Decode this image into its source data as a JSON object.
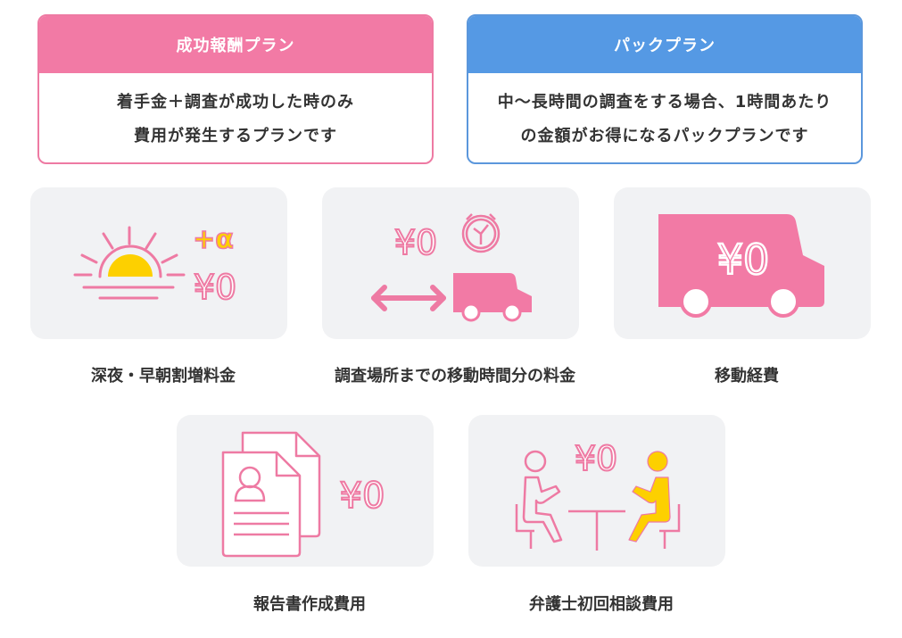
{
  "plans": [
    {
      "title": "成功報酬プラン",
      "lines": [
        "着手金＋調査が成功した時のみ",
        "費用が発生するプランです"
      ],
      "color": "#f27aa5"
    },
    {
      "title": "パックプラン",
      "lines": [
        "中〜長時間の調査をする場合、1時間あたり",
        "の金額がお得になるパックプランです"
      ],
      "color": "#5599e4"
    }
  ],
  "features": [
    {
      "caption": "深夜・早朝割増料金",
      "icon": "sunrise-icon",
      "badge": "+α",
      "price": "¥0"
    },
    {
      "caption": "調査場所までの移動時間分の料金",
      "icon": "truck-travel-time-icon",
      "price": "¥0"
    },
    {
      "caption": "移動経費",
      "icon": "truck-icon",
      "price": "¥0"
    },
    {
      "caption": "報告書作成費用",
      "icon": "documents-icon",
      "price": "¥0"
    },
    {
      "caption": "弁護士初回相談費用",
      "icon": "consultation-icon",
      "price": "¥0"
    }
  ],
  "colors": {
    "pink": "#f27aa5",
    "blue": "#5599e4",
    "yellow": "#fdd000",
    "tile_bg": "#f1f2f4",
    "text": "#333333"
  }
}
